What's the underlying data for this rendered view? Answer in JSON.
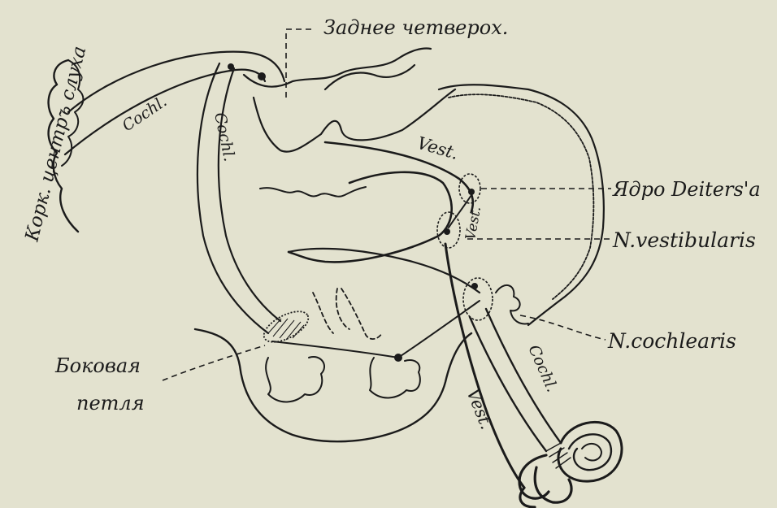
{
  "labels": {
    "cortex_center": "Корк. центръ слуха",
    "posterior_colliculus": "Заднее четверох.",
    "nucleus_deiters": "Ядро Deiters'a",
    "n_vestibularis": "N.vestibularis",
    "n_cochlearis": "N.cochlearis",
    "lateral_lemniscus_line1": "Боковая",
    "lateral_lemniscus_line2": "петля"
  },
  "pathway_labels": {
    "cochl_upper": "Cochl.",
    "cochl_vertical": "Cochl.",
    "cochl_lower": "Cochl.",
    "vest_upper": "Vest.",
    "vest_middle": "Vest.",
    "vest_lower": "Vest."
  },
  "colors": {
    "paper": "#e3e2cf",
    "ink": "#1b1b1b"
  }
}
